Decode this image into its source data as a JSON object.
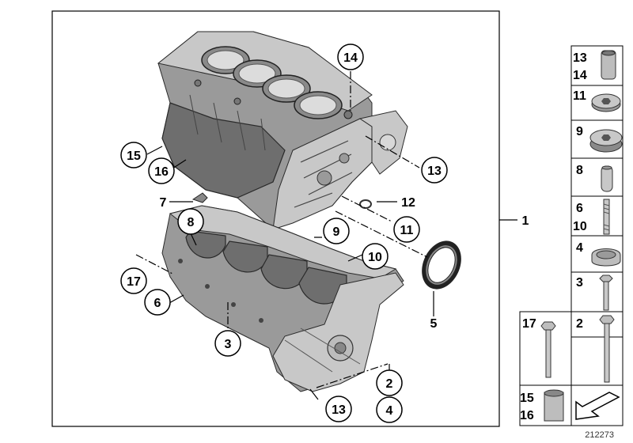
{
  "callouts": [
    {
      "id": "c14",
      "label": "14"
    },
    {
      "id": "c15",
      "label": "15"
    },
    {
      "id": "c16",
      "label": "16"
    },
    {
      "id": "c13a",
      "label": "13"
    },
    {
      "id": "c12",
      "label": "12"
    },
    {
      "id": "c7",
      "label": "7"
    },
    {
      "id": "c8",
      "label": "8"
    },
    {
      "id": "c9",
      "label": "9"
    },
    {
      "id": "c11",
      "label": "11"
    },
    {
      "id": "c10",
      "label": "10"
    },
    {
      "id": "c17",
      "label": "17"
    },
    {
      "id": "c6",
      "label": "6"
    },
    {
      "id": "c3",
      "label": "3"
    },
    {
      "id": "c2",
      "label": "2"
    },
    {
      "id": "c4",
      "label": "4"
    },
    {
      "id": "c13b",
      "label": "13"
    },
    {
      "id": "c5",
      "label": "5"
    },
    {
      "id": "c1",
      "label": "1"
    }
  ],
  "parts_panel": [
    {
      "labels": [
        "13",
        "14"
      ],
      "icon": "sleeve-dowel-icon"
    },
    {
      "labels": [
        "11"
      ],
      "icon": "hex-socket-plug-icon"
    },
    {
      "labels": [
        "9"
      ],
      "icon": "hex-socket-plug-large-icon"
    },
    {
      "labels": [
        "8"
      ],
      "icon": "dowel-pin-icon"
    },
    {
      "labels": [
        "6",
        "10"
      ],
      "icon": "stud-bolt-icon"
    },
    {
      "labels": [
        "4"
      ],
      "icon": "cup-plug-icon"
    },
    {
      "labels": [
        "3"
      ],
      "icon": "hex-bolt-short-icon"
    },
    {
      "labels": [
        "17"
      ],
      "icon": "hex-bolt-medium-icon"
    },
    {
      "labels": [
        "2"
      ],
      "icon": "hex-bolt-long-icon"
    },
    {
      "labels": [
        "15",
        "16"
      ],
      "icon": "sleeve-bushing-icon"
    },
    {
      "labels": [],
      "icon": "arrow-down-left-icon"
    }
  ],
  "reference_number": "212273"
}
